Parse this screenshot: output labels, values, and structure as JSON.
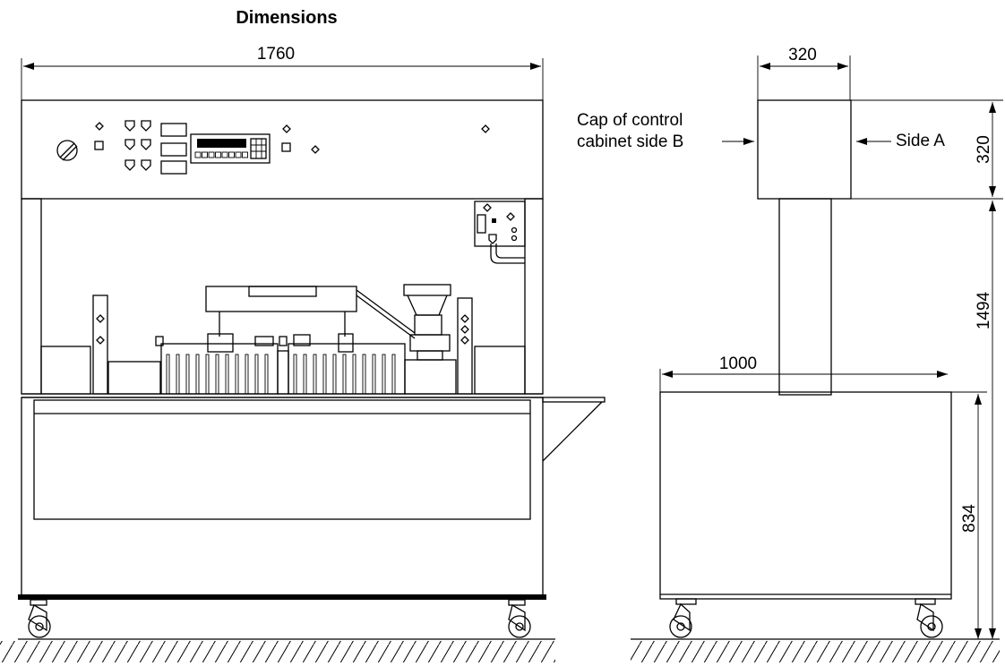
{
  "title": "Dimensions",
  "dimensions": {
    "total_width": "1760",
    "cap_width": "320",
    "cap_height": "320",
    "column_height": "1494",
    "base_width": "1000",
    "base_height": "834"
  },
  "labels": {
    "cap_side_b_line1": "Cap of control",
    "cap_side_b_line2": "cabinet side B",
    "side_a": "Side A"
  }
}
